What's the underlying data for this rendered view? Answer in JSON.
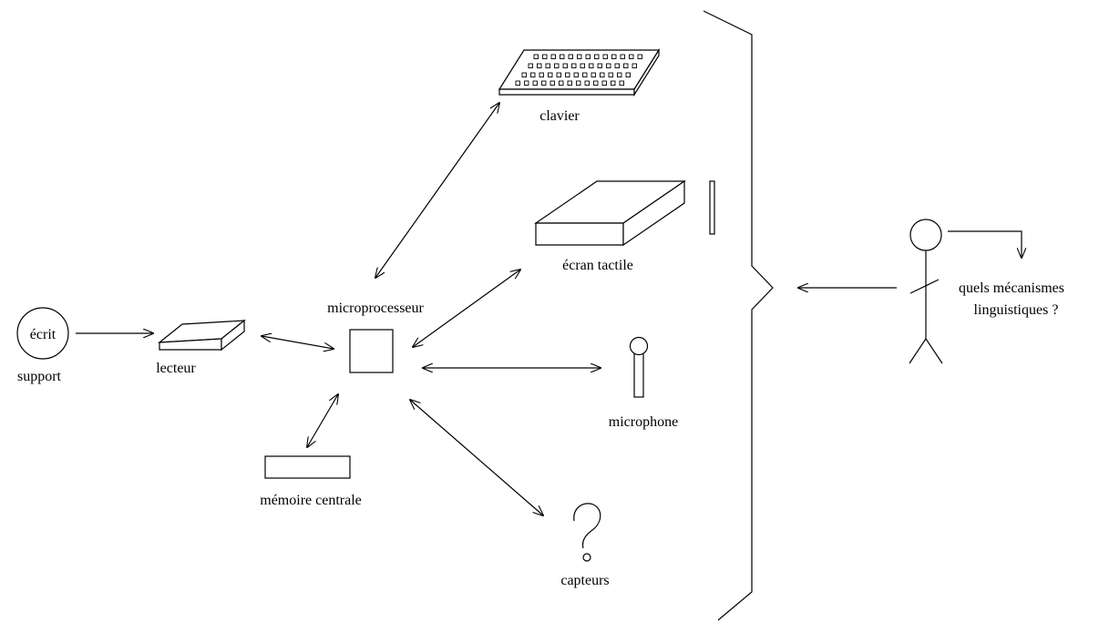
{
  "labels": {
    "ecrit": "écrit",
    "support": "support",
    "lecteur": "lecteur",
    "microprocesseur": "microprocesseur",
    "clavier": "clavier",
    "ecran": "écran tactile",
    "microphone": "microphone",
    "memoire": "mémoire centrale",
    "capteurs": "capteurs",
    "question_line1": "quels mécanismes",
    "question_line2": "linguistiques ?"
  },
  "colors": {
    "stroke": "#000000",
    "background": "#ffffff"
  }
}
